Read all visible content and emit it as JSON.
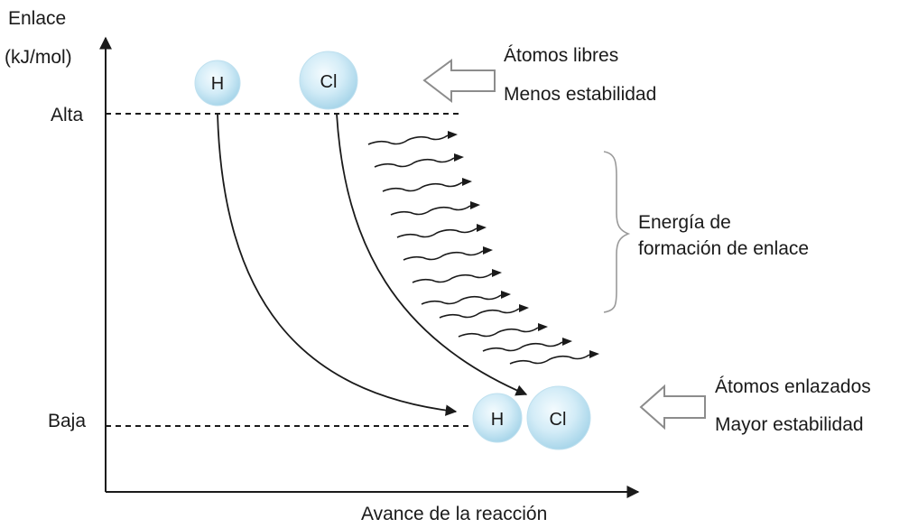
{
  "axis": {
    "y_title_line1": "Enlace",
    "y_title_line2": "(kJ/mol)",
    "x_title": "Avance de la reacción",
    "high_label": "Alta",
    "low_label": "Baja"
  },
  "atoms": {
    "free_h": "H",
    "free_cl": "Cl",
    "bonded_h": "H",
    "bonded_cl": "Cl"
  },
  "annotations": {
    "free_line1": "Átomos libres",
    "free_line2": "Menos estabilidad",
    "bonded_line1": "Átomos enlazados",
    "bonded_line2": "Mayor estabilidad",
    "energy_line1": "Energía de",
    "energy_line2": "formación de enlace"
  },
  "colors": {
    "atom_fill_light": "#f4fbfe",
    "atom_fill_dark": "#a9d6ea",
    "line": "#1a1a1a",
    "arrow_outline": "#8c8c8c"
  }
}
